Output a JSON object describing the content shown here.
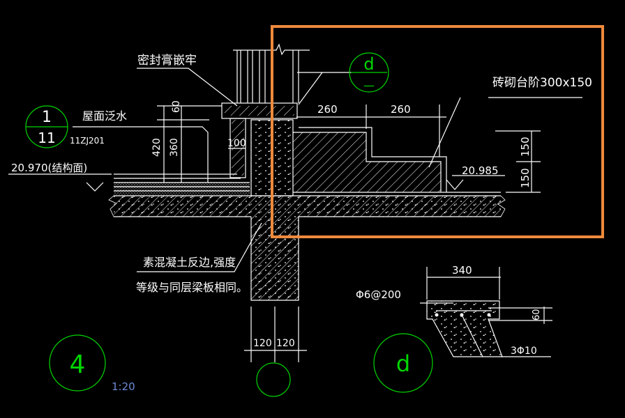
{
  "labels": {
    "sealant": "密封膏嵌牢",
    "roof_flashing": "屋面泛水",
    "ref_sheet_top": "1",
    "ref_sheet_bottom": "11",
    "ref_atlas": "11ZJ201",
    "elev_left": "20.970(结构面)",
    "elev_right": "20.985",
    "brick_step": "砖砌台阶300x150",
    "concrete_note_1": "素混凝土反边,强度",
    "concrete_note_2": "等级与同层梁板相同。",
    "rebar_spacing": "Φ6@200",
    "rebar_bars": "3Φ10"
  },
  "dims": {
    "d60": "60",
    "d420": "420",
    "d360": "360",
    "d100": "100",
    "d260a": "260",
    "d260b": "260",
    "d150a": "150",
    "d150b": "150",
    "d120a": "120",
    "d120b": "120",
    "d340": "340",
    "d60b": "60"
  },
  "callouts": {
    "detail_ref_top": "d",
    "detail_ref_bottom": "—",
    "detail_number": "4",
    "scale": "1:20",
    "section_d": "d"
  },
  "colors": {
    "background": "#000000",
    "lines": "#ffffff",
    "callout": "#00d600",
    "scale_text": "#6f8bd8",
    "highlight": "#ef8a3c"
  }
}
